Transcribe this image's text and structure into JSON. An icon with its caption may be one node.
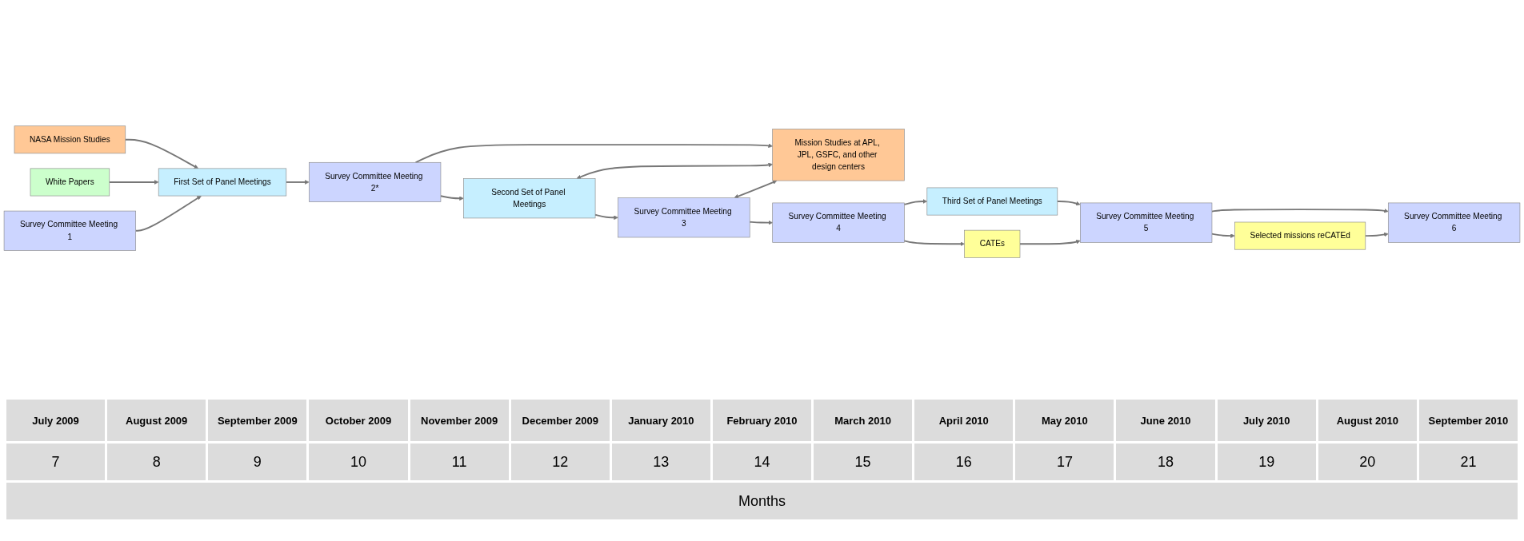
{
  "diagram": {
    "nodes": [
      {
        "text": [
          "NASA Mission Studies"
        ]
      },
      {
        "text": [
          "White Papers"
        ]
      },
      {
        "text": [
          "Mission Studies at APL, JPL, GSFC, and other design centers"
        ]
      },
      {
        "text": [
          "CATEs"
        ]
      },
      {
        "text": [
          "Selected missions reCATEd"
        ]
      },
      {
        "text": [
          "First Set of Panel Meetings"
        ]
      },
      {
        "text": [
          "Second Set of Panel Meetings"
        ]
      },
      {
        "text": [
          "Third Set of Panel Meetings"
        ]
      },
      {
        "text": [
          "Survey Committee Meeting 1"
        ]
      },
      {
        "text": [
          "Survey Committee Meeting 2*"
        ]
      },
      {
        "text": [
          "Survey Committee Meeting 3"
        ]
      },
      {
        "text": [
          "Survey Committee Meeting 4"
        ]
      },
      {
        "text": [
          "Survey Committee Meeting 5"
        ]
      },
      {
        "text": [
          "Survey Committee Meeting 6"
        ]
      }
    ],
    "edges": [
      {
        "from": 0,
        "to": 5,
        "arrow": "to"
      },
      {
        "from": 1,
        "to": 5,
        "arrow": "to"
      },
      {
        "from": 8,
        "to": 5,
        "arrow": "to"
      },
      {
        "from": 5,
        "to": 9,
        "arrow": "to"
      },
      {
        "from": 9,
        "to": 2,
        "arrow": "to"
      },
      {
        "from": 9,
        "to": 6,
        "arrow": "to"
      },
      {
        "from": 6,
        "to": 2,
        "arrow": "both"
      },
      {
        "from": 6,
        "to": 10,
        "arrow": "to"
      },
      {
        "from": 10,
        "to": 2,
        "arrow": "both"
      },
      {
        "from": 10,
        "to": 11,
        "arrow": "to"
      },
      {
        "from": 11,
        "to": 3,
        "arrow": "to"
      },
      {
        "from": 11,
        "to": 7,
        "arrow": "to"
      },
      {
        "from": 7,
        "to": 12,
        "arrow": "to"
      },
      {
        "from": 3,
        "to": 12,
        "arrow": "to"
      },
      {
        "from": 12,
        "to": 4,
        "arrow": "to"
      },
      {
        "from": 12,
        "to": 13,
        "arrow": "to"
      },
      {
        "from": 4,
        "to": 13,
        "arrow": "to"
      }
    ],
    "labels": [
      "July 2009",
      "August 2009",
      "September 2009",
      "October 2009",
      "November 2009",
      "December 2009",
      "January 2010",
      "February 2010",
      "March 2010",
      "April 2010",
      "May 2010",
      "June 2010",
      "July 2010",
      "August 2010",
      "September 2010",
      "7",
      "8",
      "9",
      "10",
      "11",
      "12",
      "13",
      "14",
      "15",
      "16",
      "17",
      "18",
      "19",
      "20",
      "21",
      "Months"
    ]
  }
}
